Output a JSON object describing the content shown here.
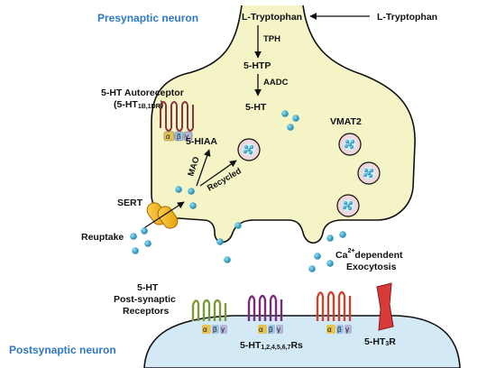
{
  "titles": {
    "presynaptic": "Presynaptic neuron",
    "postsynaptic": "Postsynaptic neuron"
  },
  "pathway": {
    "tryptophan_outside": "L-Tryptophan",
    "tryptophan_inside": "L-Tryptophan",
    "enzyme1": "TPH",
    "intermediate": "5-HTP",
    "enzyme2": "AADC",
    "product": "5-HT"
  },
  "autoreceptor": {
    "line1": "5-HT Autoreceptor",
    "line2_prefix": "(5-HT",
    "line2_sub": "1B,1DR",
    "line2_suffix": ")"
  },
  "metabolism": {
    "hiaa": "5-HIAA",
    "mao": "MAO",
    "recycled": "Recycled",
    "vmat": "VMAT2"
  },
  "transport": {
    "sert": "SERT",
    "reuptake": "Reuptake"
  },
  "exocytosis": {
    "prefix": "Ca",
    "superscript": "2+",
    "line1_suffix": "dependent",
    "line2": "Exocytosis"
  },
  "post_receptors": {
    "line1": "5-HT",
    "line2": "Post-synaptic",
    "line3": "Receptors",
    "gpcr_prefix": "5-HT",
    "gpcr_sub": "1,2,4,5,6,7",
    "gpcr_suffix": "Rs",
    "ionotropic_prefix": "5-HT",
    "ionotropic_sub": "3",
    "ionotropic_suffix": "R"
  },
  "g_protein": {
    "alpha": "α",
    "beta": "β",
    "gamma": "γ"
  },
  "colors": {
    "neuron_fill": "#f4f4c6",
    "post_fill": "#d4e9f6",
    "title_blue": "#2e78c2",
    "serotonin": "#2a9fc8"
  }
}
